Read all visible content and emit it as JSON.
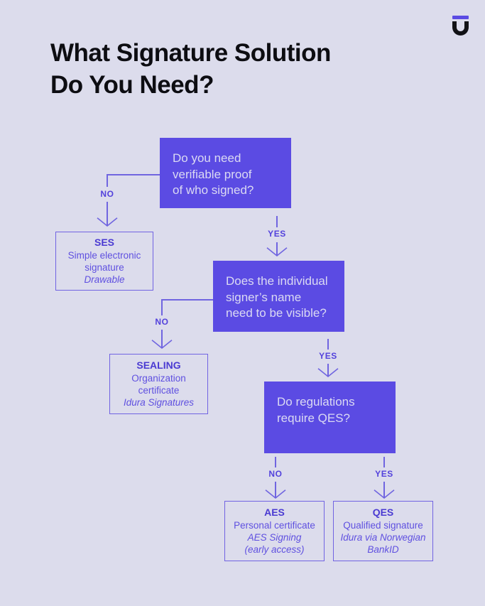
{
  "title": {
    "line1": "What Signature Solution",
    "line2": "Do You Need?"
  },
  "colors": {
    "background": "#dcdcec",
    "decision_box_fill": "#5b4be3",
    "decision_box_text": "#dbdaf3",
    "line_purple": "#7065e0",
    "outcome_text_purple": "#5f50e0",
    "title_black": "#0d0d12"
  },
  "flow": {
    "q1": {
      "lines": [
        "Do you need",
        "verifiable proof",
        "of who signed?"
      ]
    },
    "q2": {
      "lines": [
        "Does the individual",
        "signer’s name",
        "need to be visible?"
      ]
    },
    "q3": {
      "lines": [
        "Do regulations",
        "require QES?"
      ]
    },
    "ses": {
      "title": "SES",
      "body": [
        "Simple electronic",
        "signature"
      ],
      "note": [
        "Drawable"
      ]
    },
    "sealing": {
      "title": "SEALING",
      "body": [
        "Organization",
        "certificate"
      ],
      "note": [
        "Idura Signatures"
      ]
    },
    "aes": {
      "title": "AES",
      "body": [
        "Personal certificate"
      ],
      "note": [
        "AES Signing",
        "(early access)"
      ]
    },
    "qes": {
      "title": "QES",
      "body": [
        "Qualified signature"
      ],
      "note": [
        "Idura via Norwegian",
        "BankID"
      ]
    },
    "labels": {
      "no1": "NO",
      "yes1": "YES",
      "no2": "NO",
      "yes2": "YES",
      "no3": "NO",
      "yes3": "YES"
    }
  }
}
